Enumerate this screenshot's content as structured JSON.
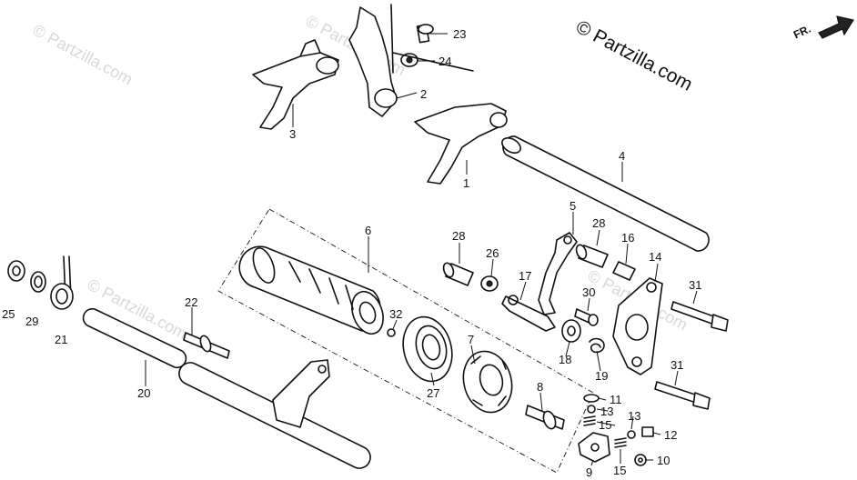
{
  "brand": {
    "copyright": "© Partzilla.com",
    "watermark": "© Partzilla.com"
  },
  "direction_label": "FR.",
  "callouts": [
    "1",
    "2",
    "3",
    "4",
    "5",
    "6",
    "7",
    "8",
    "9",
    "10",
    "11",
    "12",
    "13",
    "13",
    "14",
    "15",
    "15",
    "16",
    "17",
    "18",
    "19",
    "20",
    "21",
    "22",
    "23",
    "24",
    "25",
    "26",
    "27",
    "28",
    "28",
    "29",
    "30",
    "31",
    "31",
    "32"
  ]
}
